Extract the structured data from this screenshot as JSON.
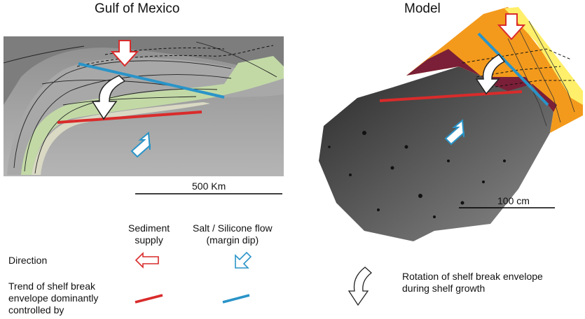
{
  "left_panel": {
    "title": "Gulf of Mexico",
    "scale_label": "500 Km"
  },
  "right_panel": {
    "title": "Model",
    "scale_label": "100 cm"
  },
  "legend": {
    "col_sediment": "Sediment\nsupply",
    "col_salt": "Salt / Silicone flow\n(margin dip)",
    "row_direction": "Direction",
    "row_trend": "Trend of shelf break\nenvelope dominantly\ncontrolled by",
    "rotation": "Rotation of shelf break envelope\nduring shelf growth"
  },
  "colors": {
    "sediment": "#d92b2b",
    "salt": "#2a94c8",
    "green": "#b9d39a",
    "orange": "#f39a1c",
    "maroon": "#7a1f37",
    "yellow": "#ffef6a"
  }
}
